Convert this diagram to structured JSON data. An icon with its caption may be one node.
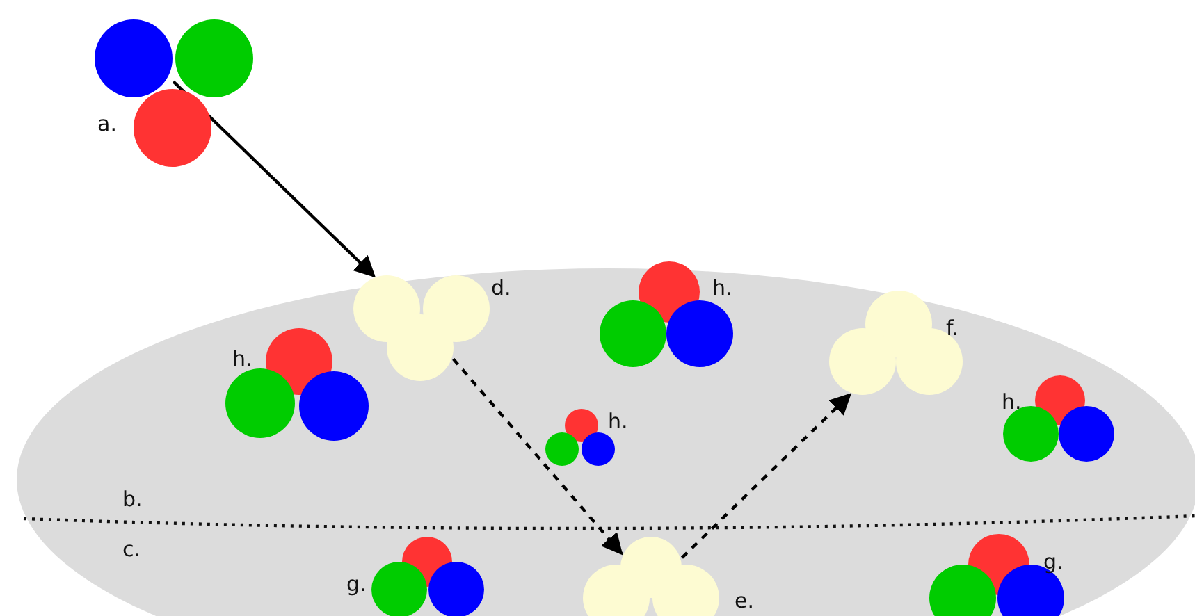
{
  "diagram": {
    "nodes": [
      {
        "text": [
          "a."
        ]
      },
      {
        "text": [
          "d."
        ]
      },
      {
        "text": [
          "h."
        ]
      },
      {
        "text": [
          "f."
        ]
      },
      {
        "text": [
          "h."
        ]
      },
      {
        "text": [
          "h."
        ]
      },
      {
        "text": [
          "h."
        ]
      },
      {
        "text": [
          "g."
        ]
      },
      {
        "text": [
          "e."
        ]
      },
      {
        "text": [
          "g."
        ]
      }
    ],
    "edges": [
      {
        "from": 0,
        "to": 1,
        "arrow": "to"
      },
      {
        "from": 1,
        "to": 8,
        "arrow": "to",
        "style": "dashed"
      },
      {
        "from": 8,
        "to": 3,
        "arrow": "to",
        "style": "dashed"
      }
    ],
    "labels": [
      "b.",
      "c."
    ]
  }
}
